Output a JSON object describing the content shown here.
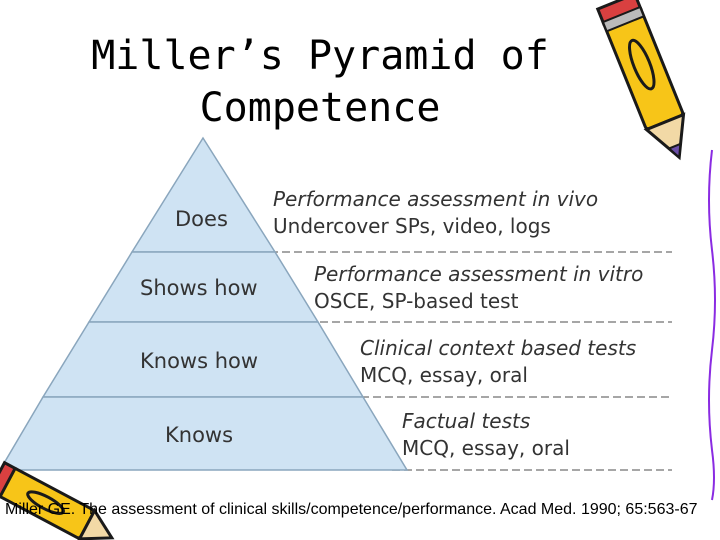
{
  "title": {
    "line1": "Miller’s Pyramid of",
    "line2": "Competence"
  },
  "tiers": [
    {
      "label": "Does",
      "assessment_title": "Performance assessment in vivo",
      "assessment_methods": "Undercover SPs, video, logs"
    },
    {
      "label": "Shows how",
      "assessment_title": "Performance assessment in vitro",
      "assessment_methods": "OSCE, SP-based test"
    },
    {
      "label": "Knows how",
      "assessment_title": "Clinical context based tests",
      "assessment_methods": "MCQ, essay, oral"
    },
    {
      "label": "Knows",
      "assessment_title": "Factual tests",
      "assessment_methods": "MCQ, essay, oral"
    }
  ],
  "citation": "Miller GE. The assessment of clinical skills/competence/performance. Acad Med. 1990; 65:563-67",
  "colors": {
    "pyramid_fill": "#cfe3f3",
    "pyramid_stroke": "#8aa6bd",
    "divider": "#888888",
    "pencil_body": "#f7c518",
    "pencil_outline": "#1a1a1a"
  },
  "icons": {
    "pencil_top": "pencil-icon",
    "pencil_bottom": "pencil-icon"
  }
}
